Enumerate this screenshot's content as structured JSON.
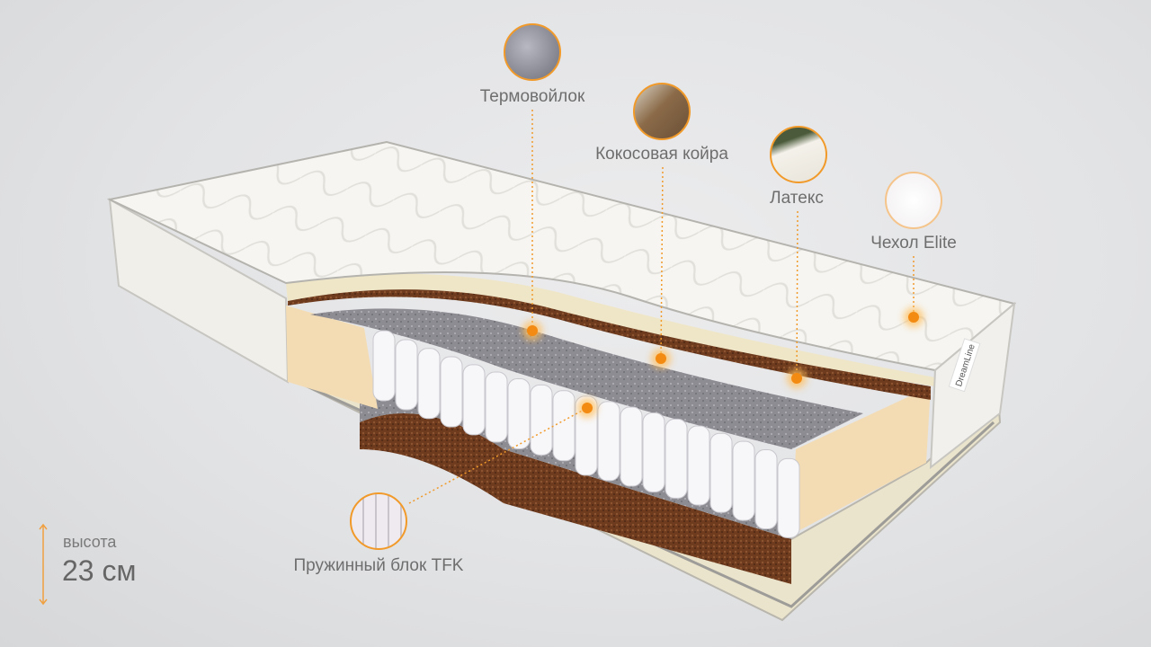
{
  "brand_logo": "DreamLine",
  "height": {
    "label": "высота",
    "value": "23 см"
  },
  "accent_color": "#f19a2a",
  "callouts": [
    {
      "id": "thermofelt",
      "label": "Термовойлок",
      "icon": "felt-thumbnail"
    },
    {
      "id": "coir",
      "label": "Кокосовая койра",
      "icon": "coconut-coir-thumbnail"
    },
    {
      "id": "latex",
      "label": "Латекс",
      "icon": "latex-thumbnail"
    },
    {
      "id": "cover",
      "label": "Чехол Elite",
      "icon": "cover-fabric-thumbnail"
    },
    {
      "id": "springs",
      "label": "Пружинный блок TFK",
      "icon": "spring-block-thumbnail"
    }
  ]
}
